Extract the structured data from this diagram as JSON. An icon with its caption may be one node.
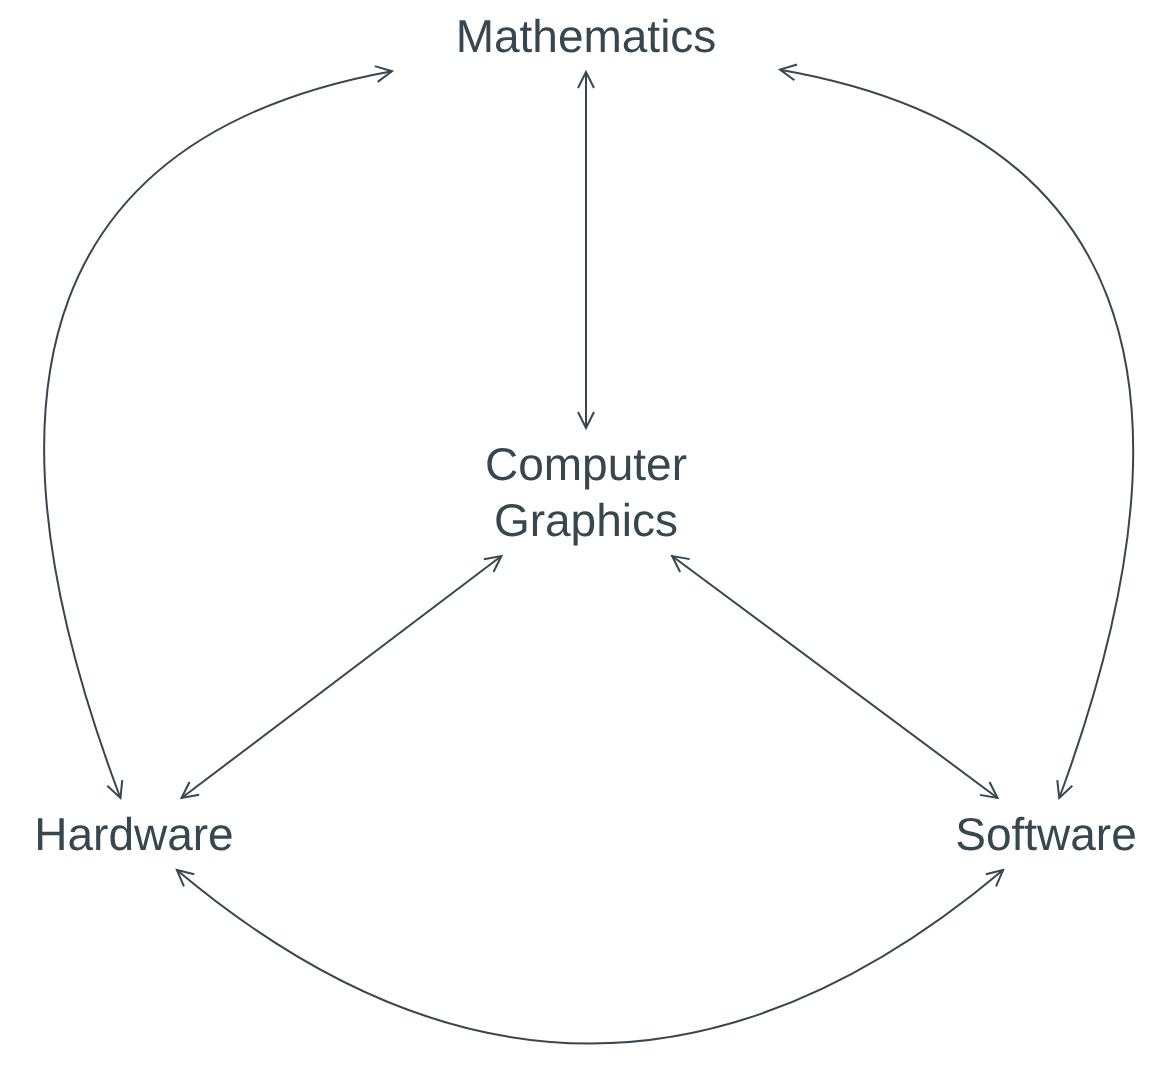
{
  "diagram": {
    "nodes": [
      {
        "text": [
          "Mathematics"
        ]
      },
      {
        "text": [
          "Computer Graphics"
        ]
      },
      {
        "text": [
          "Hardware"
        ]
      },
      {
        "text": [
          "Software"
        ]
      }
    ],
    "edges": [
      {
        "from": 0,
        "to": 1,
        "arrow": "both"
      },
      {
        "from": 2,
        "to": 1,
        "arrow": "both"
      },
      {
        "from": 3,
        "to": 1,
        "arrow": "both"
      },
      {
        "from": 0,
        "to": 2,
        "arrow": "both"
      },
      {
        "from": 0,
        "to": 3,
        "arrow": "both"
      },
      {
        "from": 2,
        "to": 3,
        "arrow": "both"
      }
    ]
  }
}
